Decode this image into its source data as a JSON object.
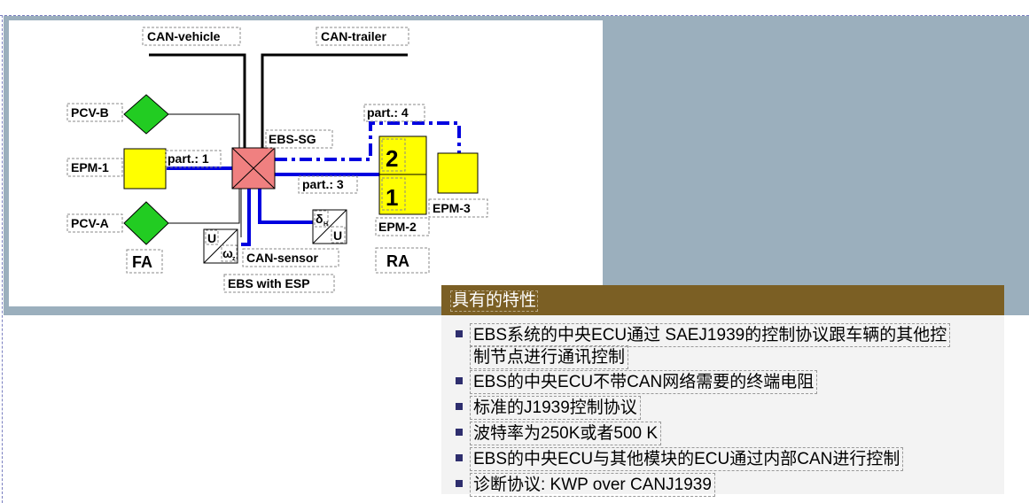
{
  "diagram": {
    "labels": {
      "can_vehicle": "CAN-vehicle",
      "can_trailer": "CAN-trailer",
      "pcv_b": "PCV-B",
      "pcv_a": "PCV-A",
      "epm_1": "EPM-1",
      "epm_2": "EPM-2",
      "epm_3": "EPM-3",
      "ebs_sg": "EBS-SG",
      "part_1": "part.: 1",
      "part_3": "part.: 3",
      "part_4": "part.: 4",
      "fa": "FA",
      "ra": "RA",
      "can_sensor": "CAN-sensor",
      "ebs_with_esp": "EBS with ESP",
      "num_2": "2",
      "num_1": "1",
      "sensor_u": "U",
      "sensor_omega": "ω",
      "sensor_omega_sub": "z",
      "sensor_delta": "δ",
      "sensor_delta_sub": "H",
      "sensor_u2": "U"
    },
    "colors": {
      "bus": "#0000e0",
      "ecu": "#f08080",
      "module": "#ffff00",
      "valve": "#22cc22",
      "background": "#9bafbd",
      "header": "#7b5f24"
    }
  },
  "features": {
    "title": "具有的特性",
    "items": [
      {
        "line1": "EBS系统的中央ECU通过 SAEJ1939的控制协议跟车辆的其他控",
        "line2": "制节点进行通讯控制"
      },
      {
        "line1": "EBS的中央ECU不带CAN网络需要的终端电阻"
      },
      {
        "line1": "标准的J1939控制协议"
      },
      {
        "line1": "波特率为250K或者500 K"
      },
      {
        "line1": "EBS的中央ECU与其他模块的ECU通过内部CAN进行控制"
      },
      {
        "line1": "诊断协议: KWP over CANJ1939"
      }
    ]
  }
}
